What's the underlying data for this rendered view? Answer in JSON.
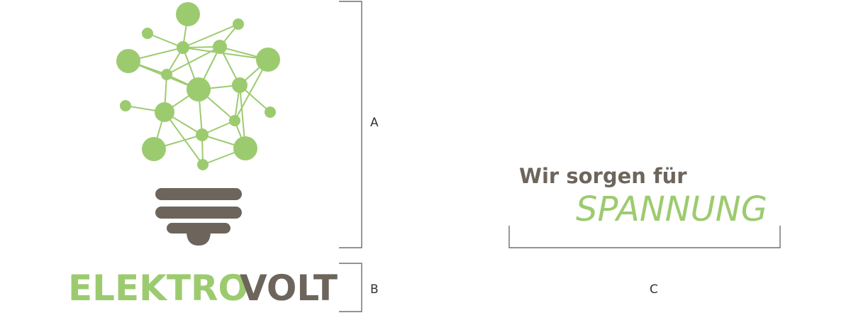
{
  "colors": {
    "green": "#9ccb6f",
    "gray": "#6d655c",
    "bracket": "#555555"
  },
  "brand": {
    "word1": "ELEKTRO",
    "word2": "VOLT"
  },
  "tagline": {
    "line1": "Wir sorgen für",
    "line2": "SPANNUNG"
  },
  "labels": {
    "a": "A",
    "b": "B",
    "c": "C"
  }
}
